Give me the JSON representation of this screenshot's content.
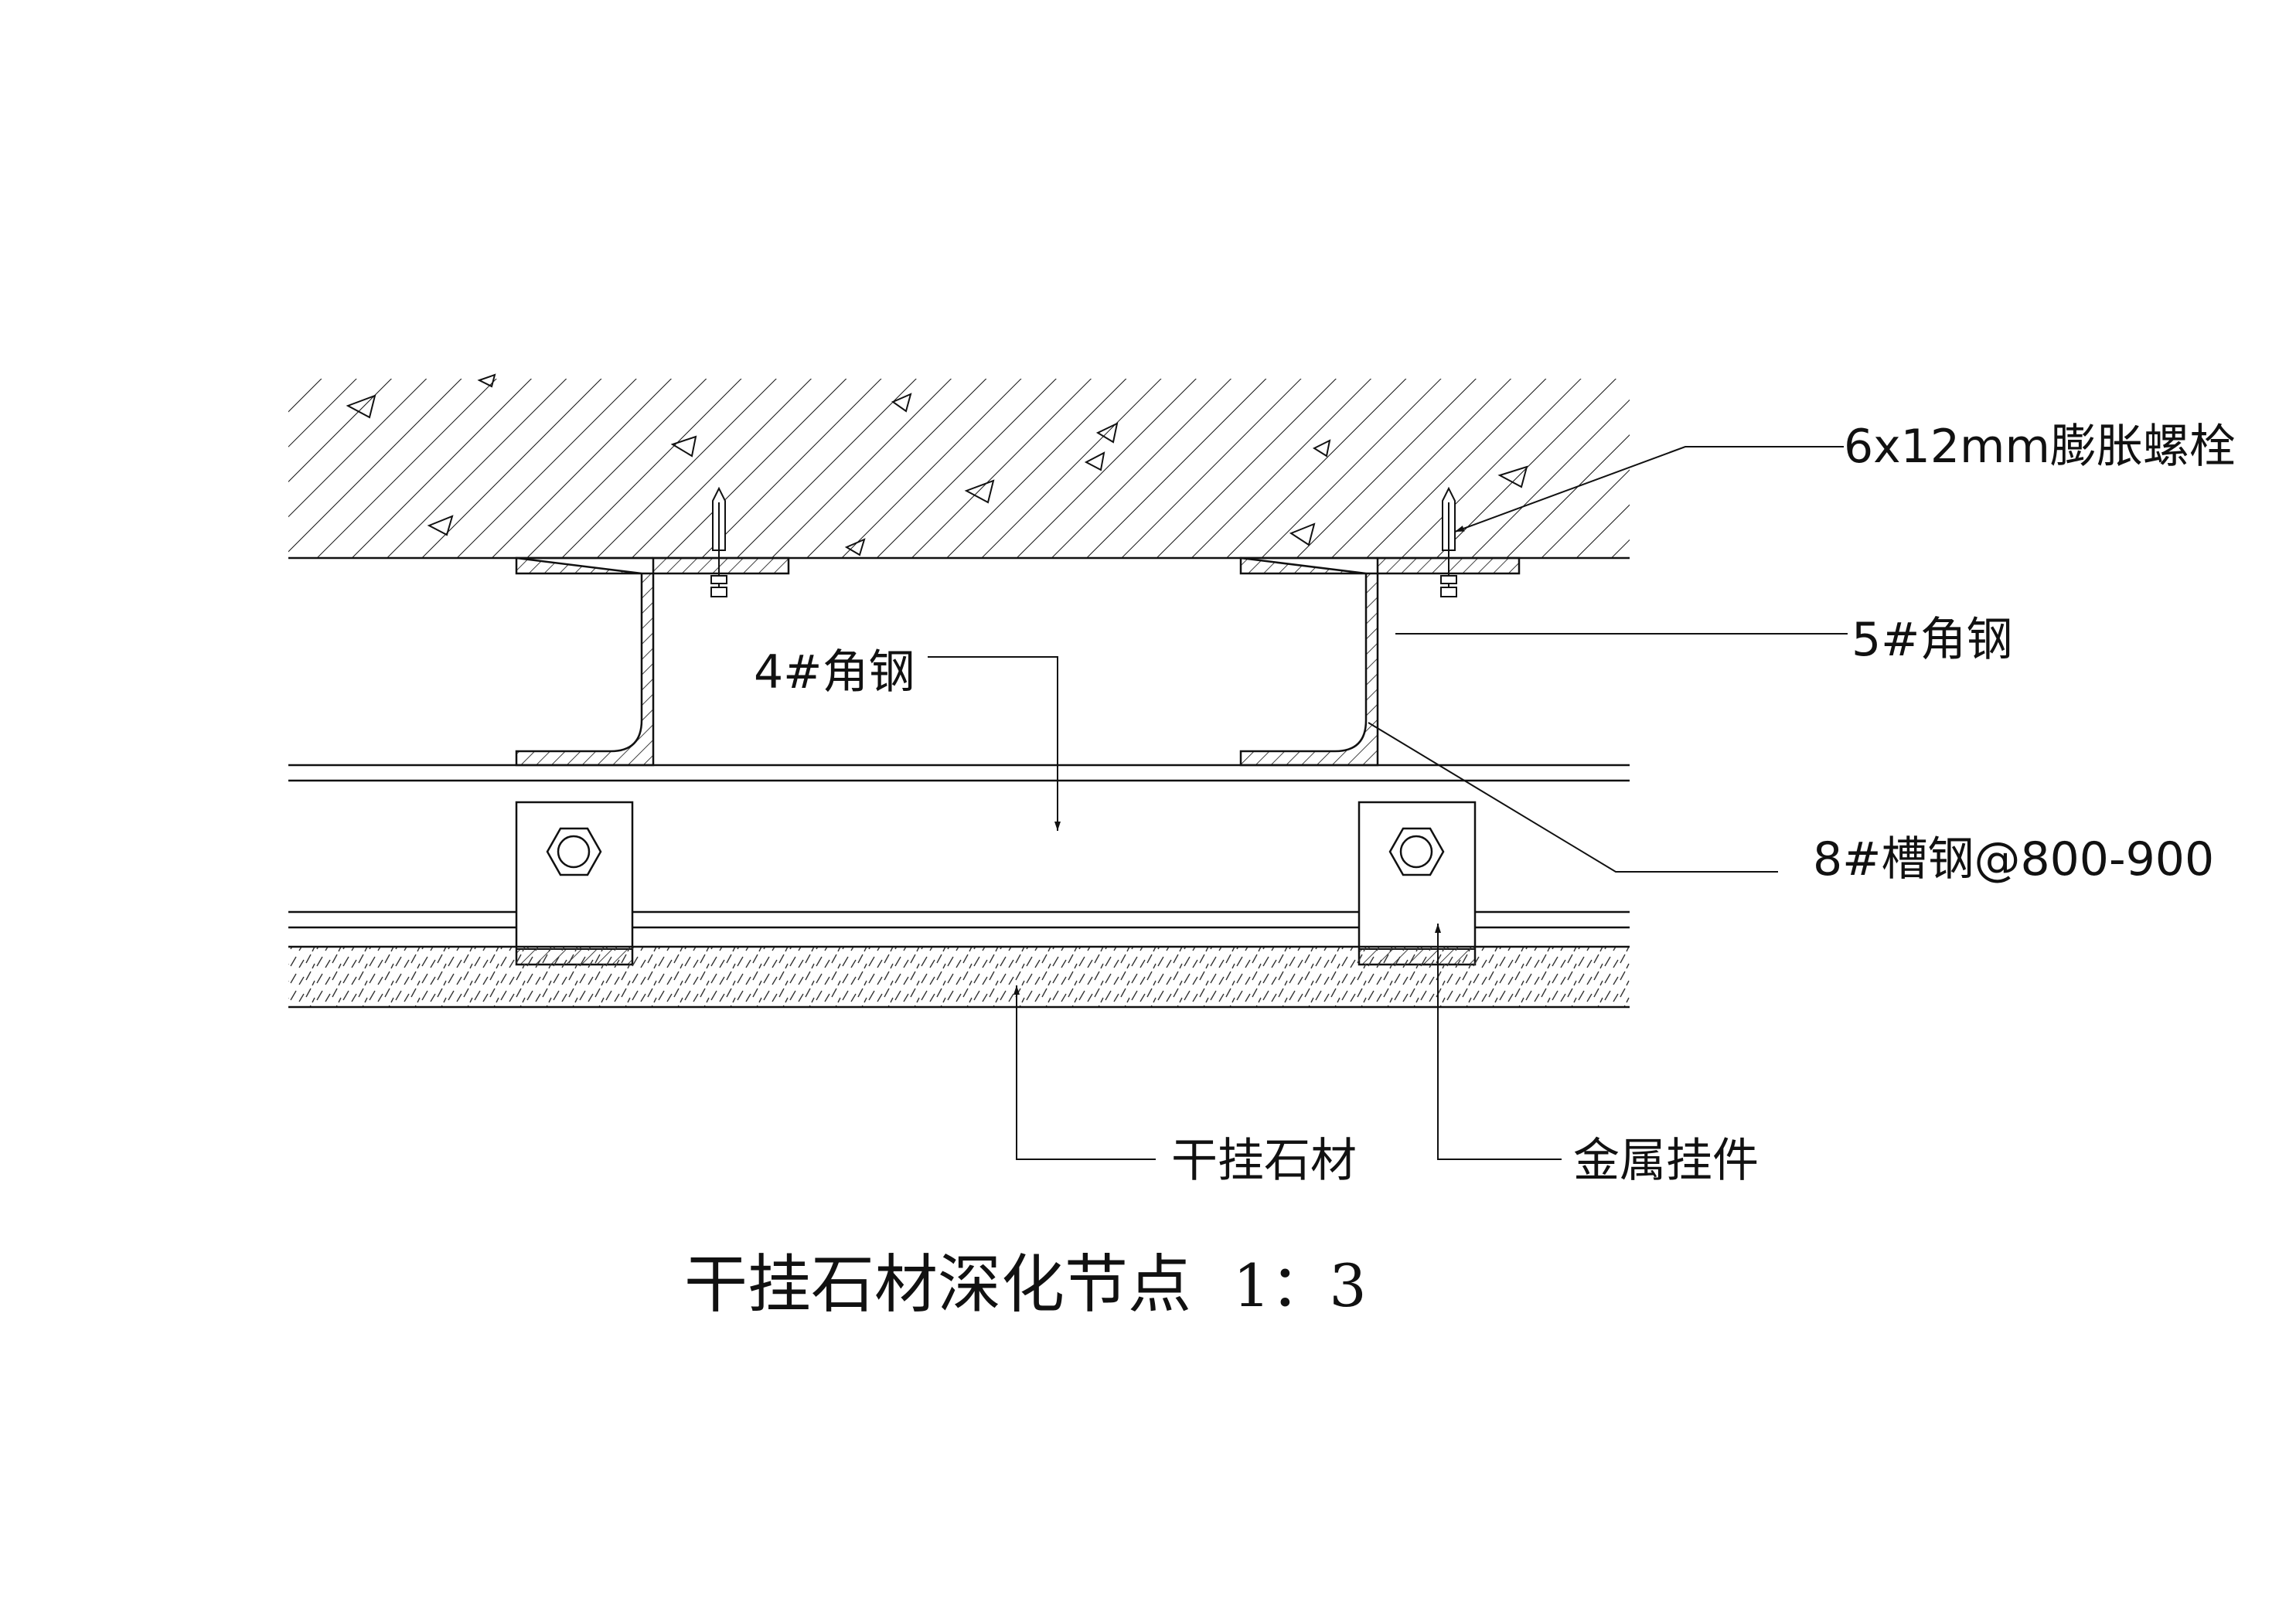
{
  "drawing": {
    "title": "干挂石材深化节点",
    "scale": "1：3",
    "colors": {
      "ink": "#111111",
      "paper": "#ffffff"
    },
    "labels": {
      "bolt": "6x12mm膨胀螺栓",
      "angle5": "5#角钢",
      "angle4": "4#角钢",
      "channel8": "8#槽钢@800-900",
      "stone": "干挂石材",
      "hanger": "金属挂件"
    }
  }
}
